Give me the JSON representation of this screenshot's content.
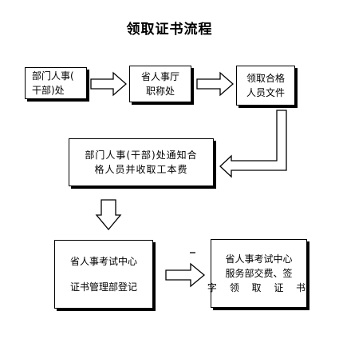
{
  "title": "领取证书流程",
  "steps": [
    {
      "lines": [
        "部门人事(",
        "干部)处"
      ]
    },
    {
      "lines": [
        "省人事厅",
        "职称处"
      ]
    },
    {
      "lines": [
        "领取合格",
        "人员文件"
      ]
    },
    {
      "lines": [
        "部门人事(干部)处通知合",
        "格人员并收取工本费"
      ]
    },
    {
      "lines": [
        "省人事考试中心",
        "证书管理部登记"
      ]
    },
    {
      "lines": [
        "省人事考试中心",
        "服务部交费、签",
        "字 领 取 证 书"
      ]
    }
  ]
}
